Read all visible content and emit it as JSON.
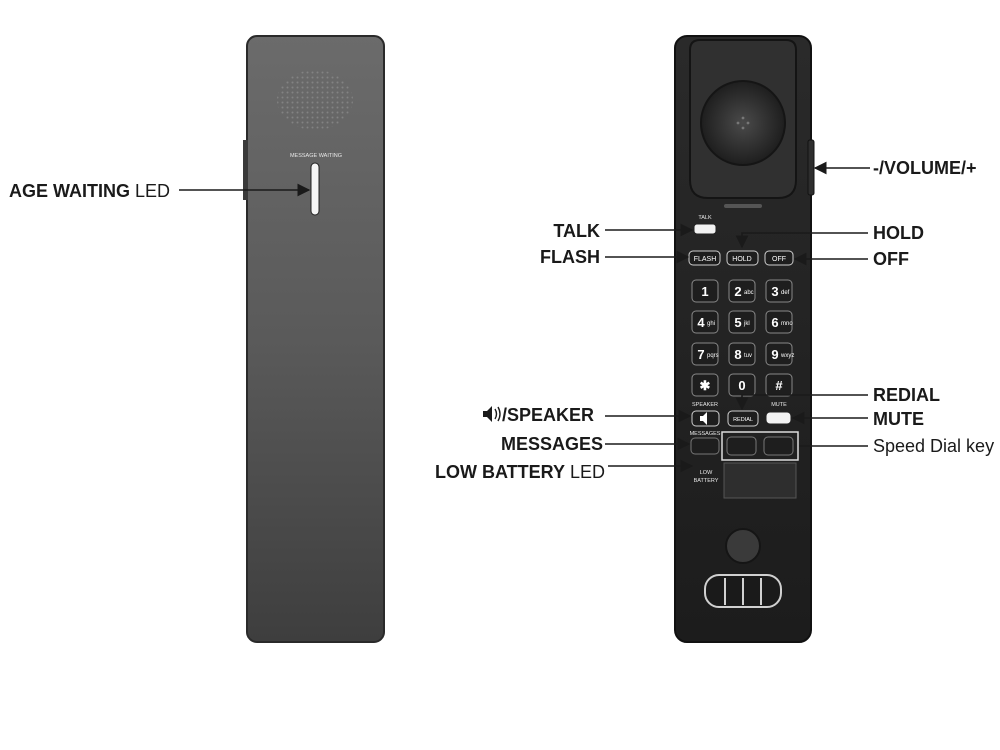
{
  "callouts": {
    "message_waiting_bold": "AGE WAITING",
    "message_waiting_rest": "LED",
    "volume": "-/VOLUME/+",
    "talk": "TALK",
    "flash": "FLASH",
    "hold": "HOLD",
    "off": "OFF",
    "redial": "REDIAL",
    "speaker": "/SPEAKER",
    "mute": "MUTE",
    "messages": "MESSAGES",
    "speed_dial": "Speed Dial key",
    "low_battery_bold": "LOW BATTERY",
    "low_battery_rest": "LED"
  },
  "handset_labels": {
    "message_waiting": "MESSAGE WAITING",
    "talk": "TALK",
    "flash": "FLASH",
    "hold": "HOLD",
    "off": "OFF",
    "speaker": "SPEAKER",
    "mute": "MUTE",
    "redial": "REDIAL",
    "messages": "MESSAGES",
    "low": "LOW",
    "battery": "BATTERY"
  },
  "keypad": [
    {
      "digit": "1",
      "letters": ""
    },
    {
      "digit": "2",
      "letters": "abc"
    },
    {
      "digit": "3",
      "letters": "def"
    },
    {
      "digit": "4",
      "letters": "ghi"
    },
    {
      "digit": "5",
      "letters": "jkl"
    },
    {
      "digit": "6",
      "letters": "mno"
    },
    {
      "digit": "7",
      "letters": "pqrs"
    },
    {
      "digit": "8",
      "letters": "tuv"
    },
    {
      "digit": "9",
      "letters": "wxyz"
    },
    {
      "digit": "✱",
      "letters": ""
    },
    {
      "digit": "0",
      "letters": ""
    },
    {
      "digit": "#",
      "letters": ""
    }
  ],
  "icons": [
    "speaker-icon",
    "arrow-icon"
  ]
}
